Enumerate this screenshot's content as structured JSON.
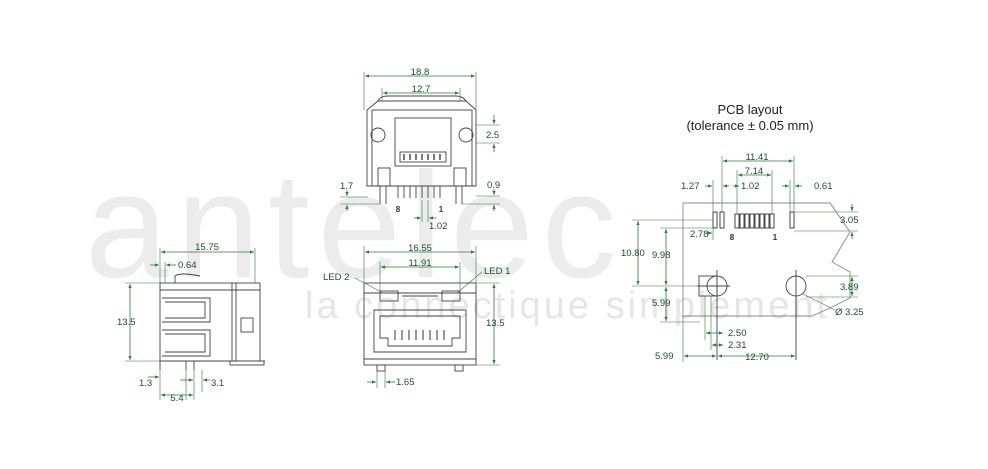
{
  "watermark": {
    "logo_text": "antelec",
    "tagline": "la connectique simplement"
  },
  "pcb": {
    "title": "PCB layout",
    "tolerance": "(tolerance ± 0.05 mm)"
  },
  "side_view": {
    "d_top": "15.75",
    "d_offset": "0.64",
    "d_height": "13.5",
    "d_13": "1.3",
    "d_31": "3.1",
    "d_54": "5.4"
  },
  "top_view": {
    "d_188": "18.8",
    "d_127": "12.7",
    "d_25": "2.5",
    "d_17": "1.7",
    "d_09": "0.9",
    "d_102": "1.02",
    "pin8": "8",
    "pin1": "1"
  },
  "front_view": {
    "d_1655": "16.55",
    "d_1191": "11.91",
    "led2": "LED 2",
    "led1": "LED 1",
    "d_135": "13.5",
    "d_165": "1.65"
  },
  "pcb_dims": {
    "d_1141": "11.41",
    "d_714": "7.14",
    "d_127": "1.27",
    "d_102": "1.02",
    "d_061": "0.61",
    "d_305": "3.05",
    "d_278": "2.78",
    "d_1080": "10.80",
    "d_998": "9.98",
    "d_599a": "5.99",
    "d_389": "3.89",
    "d_325": "Ø 3.25",
    "d_250": "2.50",
    "d_231": "2.31",
    "d_599b": "5.99",
    "d_1270": "12.70",
    "pin8": "8",
    "pin1": "1"
  }
}
